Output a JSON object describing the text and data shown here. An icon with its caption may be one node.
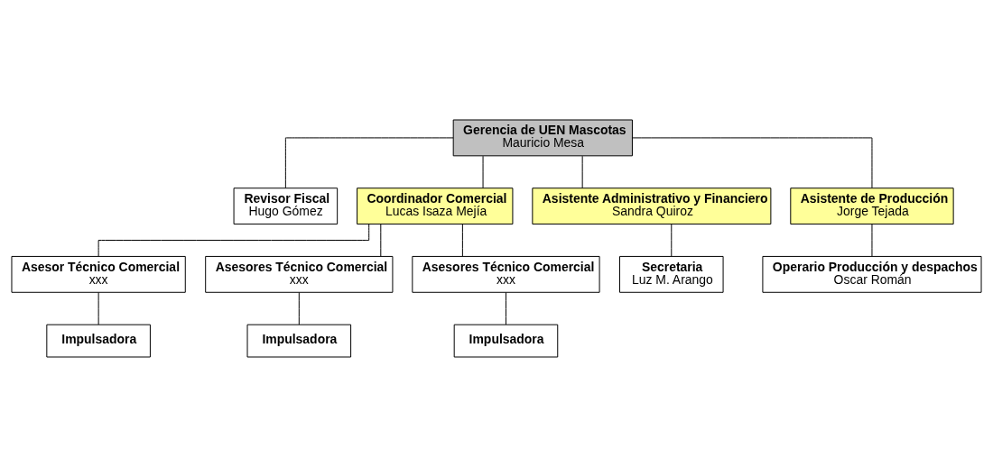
{
  "diagram": {
    "nodes": [
      {
        "text": [
          "Gerencia de UEN Mascotas",
          "Mauricio Mesa"
        ]
      },
      {
        "text": [
          "Revisor Fiscal",
          "Hugo Gómez"
        ]
      },
      {
        "text": [
          "Coordinador Comercial",
          "Lucas Isaza Mejía"
        ]
      },
      {
        "text": [
          "Asistente Administrativo y Financiero",
          "Sandra Quiroz"
        ]
      },
      {
        "text": [
          "Asistente de Producción",
          "Jorge Tejada"
        ]
      },
      {
        "text": [
          "Asesor Técnico Comercial",
          "xxx"
        ]
      },
      {
        "text": [
          "Asesores Técnico Comercial",
          "xxx"
        ]
      },
      {
        "text": [
          "Asesores Técnico Comercial",
          "xxx"
        ]
      },
      {
        "text": [
          "Secretaria",
          "Luz M. Arango"
        ]
      },
      {
        "text": [
          "Operario Producción y despachos",
          "Oscar Román"
        ]
      },
      {
        "text": [
          "Impulsadora"
        ]
      },
      {
        "text": [
          "Impulsadora"
        ]
      },
      {
        "text": [
          "Impulsadora"
        ]
      }
    ],
    "edges": [
      {
        "from": 0,
        "to": 1,
        "arrow": "none"
      },
      {
        "from": 0,
        "to": 2,
        "arrow": "none"
      },
      {
        "from": 0,
        "to": 3,
        "arrow": "none"
      },
      {
        "from": 0,
        "to": 4,
        "arrow": "none"
      },
      {
        "from": 2,
        "to": 5,
        "arrow": "none"
      },
      {
        "from": 2,
        "to": 6,
        "arrow": "none"
      },
      {
        "from": 2,
        "to": 7,
        "arrow": "none"
      },
      {
        "from": 3,
        "to": 8,
        "arrow": "none"
      },
      {
        "from": 4,
        "to": 9,
        "arrow": "none"
      },
      {
        "from": 5,
        "to": 10,
        "arrow": "none"
      },
      {
        "from": 6,
        "to": 11,
        "arrow": "none"
      },
      {
        "from": 7,
        "to": 12,
        "arrow": "none"
      }
    ]
  }
}
